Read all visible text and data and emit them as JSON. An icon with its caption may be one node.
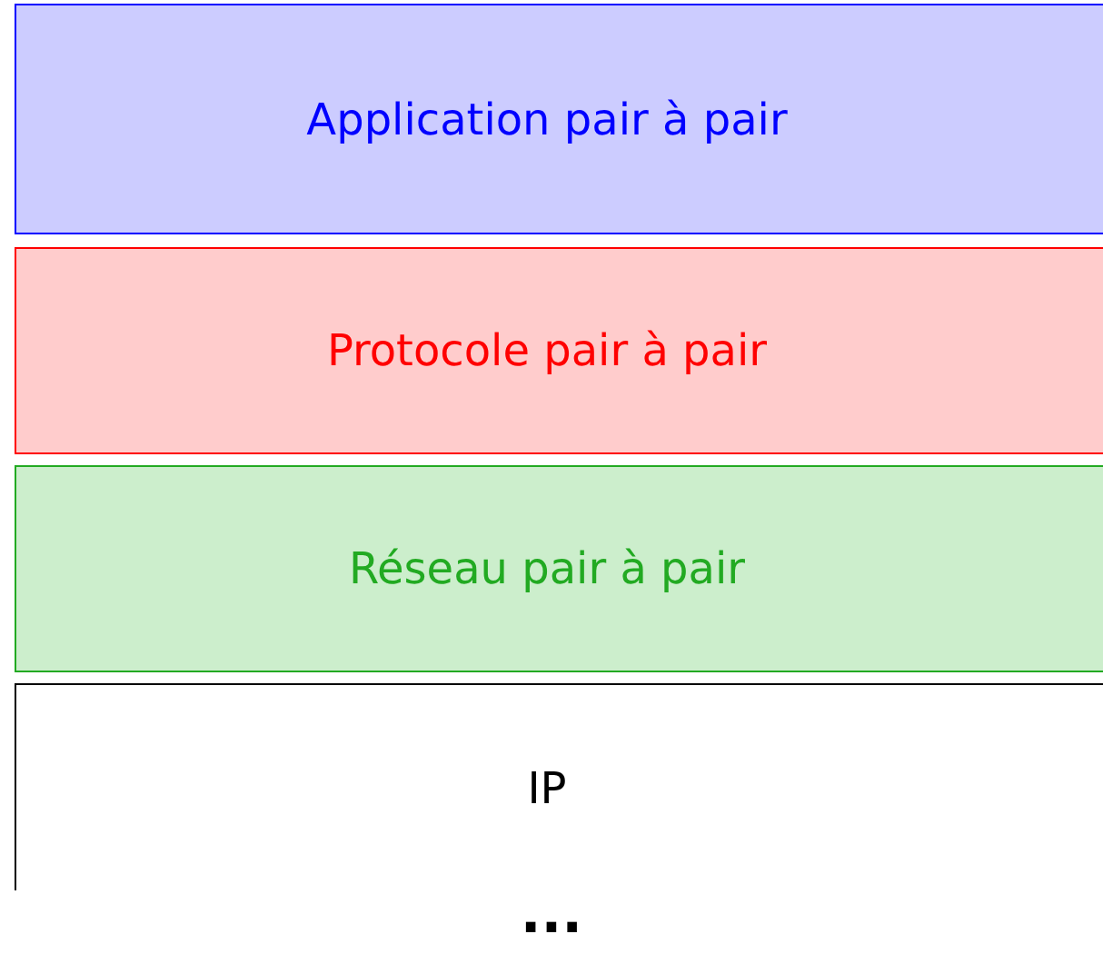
{
  "diagram": {
    "nodes": [
      {
        "text": [
          "Application pair à pair"
        ]
      },
      {
        "text": [
          "Protocole pair à pair"
        ]
      },
      {
        "text": [
          "Réseau pair à pair"
        ]
      },
      {
        "text": [
          "IP"
        ]
      }
    ],
    "labels": [
      "..."
    ]
  }
}
